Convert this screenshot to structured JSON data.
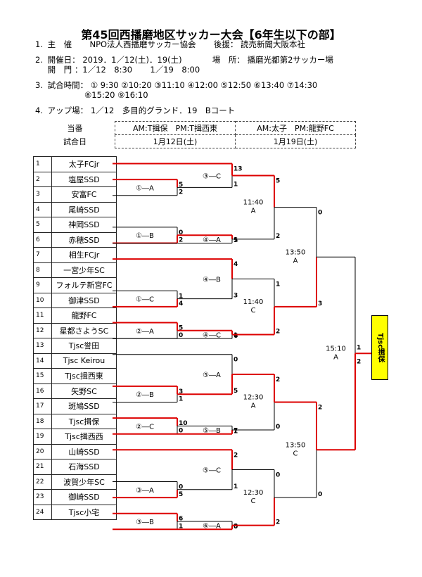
{
  "title": "第45回西播磨地区サッカー大会【6年生以下の部】",
  "info": {
    "line1": {
      "num": "1.",
      "key": "主　催",
      "value": "NPO法人西播磨サッカー協会",
      "sub_key": "後援：",
      "sub_value": "読売新聞大阪本社"
    },
    "line2": {
      "num": "2.",
      "key": "開催日：",
      "value": "2019．1／12(土)．19(土)",
      "place_key": "場　所：",
      "place_value": "播磨光都第2サッカー場"
    },
    "line2b": {
      "key": "開　門",
      "value1": "：1／12　8:30",
      "value2": "1／19　8:00"
    },
    "line3": {
      "num": "3.",
      "key": "試合時間：",
      "value": "① 9:30 ②10:20 ③11:10 ④12:00 ⑤12:50 ⑥13:40 ⑦14:30"
    },
    "line3b": {
      "value": "⑧15:20 ⑨16:10"
    },
    "line4": {
      "num": "4.",
      "key": "アップ場：",
      "value": "1／12　多目的グランド．19　Bコート"
    }
  },
  "schedule": {
    "row1_label": "当番",
    "row1_day1": "AM:T揖保　PM:T揖西東",
    "row1_day2": "AM:太子　PM:龍野FC",
    "row2_label": "試合日",
    "row2_day1": "1月12日(土)",
    "row2_day2": "1月19日(土)"
  },
  "teams": [
    {
      "no": "1",
      "name": "太子FCjr"
    },
    {
      "no": "2",
      "name": "塩屋SSD"
    },
    {
      "no": "3",
      "name": "安富FC"
    },
    {
      "no": "4",
      "name": "尾崎SSD"
    },
    {
      "no": "5",
      "name": "神岡SSD"
    },
    {
      "no": "6",
      "name": "赤穂SSD"
    },
    {
      "no": "7",
      "name": "相生FCjr"
    },
    {
      "no": "8",
      "name": "一宮少年SC"
    },
    {
      "no": "9",
      "name": "フォルテ新宮FC"
    },
    {
      "no": "10",
      "name": "御津SSD"
    },
    {
      "no": "11",
      "name": "龍野FC"
    },
    {
      "no": "12",
      "name": "星都さようSC"
    },
    {
      "no": "13",
      "name": "Tjsc誉田"
    },
    {
      "no": "14",
      "name": "Tjsc Keirou"
    },
    {
      "no": "15",
      "name": "Tjsc揖西東"
    },
    {
      "no": "16",
      "name": "矢野SC"
    },
    {
      "no": "17",
      "name": "斑鳩SSD"
    },
    {
      "no": "18",
      "name": "Tjsc揖保"
    },
    {
      "no": "19",
      "name": "Tjsc揖西西"
    },
    {
      "no": "20",
      "name": "山崎SSD"
    },
    {
      "no": "21",
      "name": "石海SSD"
    },
    {
      "no": "22",
      "name": "波賀少年SC"
    },
    {
      "no": "23",
      "name": "御崎SSD"
    },
    {
      "no": "24",
      "name": "Tjsc小宅"
    }
  ],
  "matches": {
    "r1": [
      "①―A",
      "①―B",
      "①―C",
      "②―A",
      "②―B",
      "②―C",
      "③―A",
      "③―B"
    ],
    "r2": [
      "③―C",
      "④―A",
      "④―B",
      "④―C",
      "⑤―A",
      "⑤―B",
      "⑤―C",
      "⑥―A"
    ],
    "r3": [
      {
        "time": "11:40",
        "court": "A"
      },
      {
        "time": "11:40",
        "court": "C"
      },
      {
        "time": "12:30",
        "court": "A"
      },
      {
        "time": "12:30",
        "court": "C"
      }
    ],
    "r4": [
      {
        "time": "13:50",
        "court": "A"
      },
      {
        "time": "13:50",
        "court": "C"
      }
    ],
    "final": {
      "time": "15:10",
      "court": "A"
    }
  },
  "scores": {
    "r1": [
      [
        "5",
        "2"
      ],
      [
        "0",
        "2"
      ],
      [
        "1",
        "4"
      ],
      [
        "5",
        "0"
      ],
      [
        "3",
        "1"
      ],
      [
        "10",
        "0"
      ],
      [
        "0",
        "5"
      ],
      [
        "6",
        "1"
      ]
    ],
    "r2": [
      [
        "13",
        "1"
      ],
      [
        "5",
        "1"
      ],
      [
        "4",
        "3"
      ],
      [
        "6",
        "1"
      ],
      [
        "0",
        "5"
      ],
      [
        "1",
        "7"
      ],
      [
        "2",
        "1"
      ],
      [
        "0",
        "8"
      ]
    ],
    "r3": [
      [
        "5",
        "2"
      ],
      [
        "1",
        "2"
      ],
      [
        "2",
        "0"
      ],
      [
        "0",
        "2"
      ]
    ],
    "r4": [
      [
        "0",
        "3"
      ],
      [
        "2",
        "0"
      ]
    ],
    "final": [
      "1",
      "2"
    ]
  },
  "champion": "Tjsc揖保",
  "colors": {
    "win_line": "#dd0000",
    "line": "#000000",
    "champion_bg": "#ffff00"
  }
}
